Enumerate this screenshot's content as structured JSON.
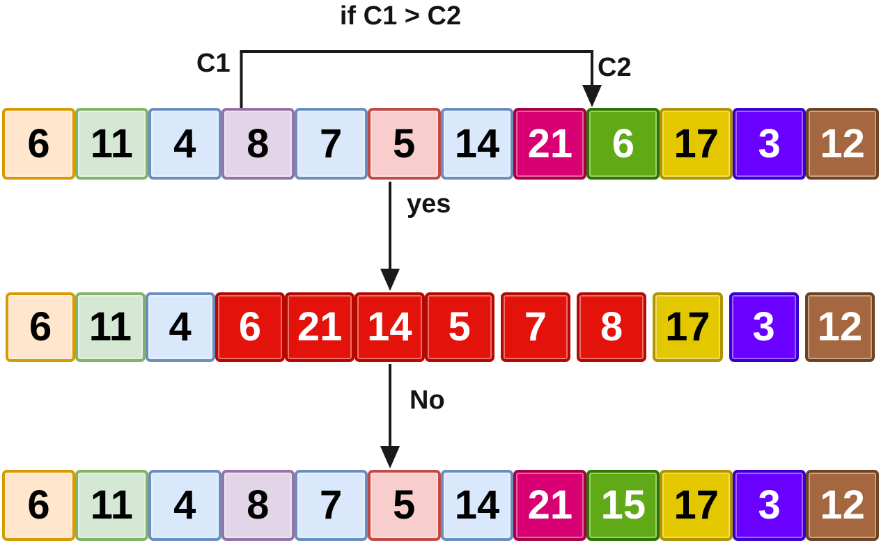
{
  "annotations": {
    "condition": "if C1 > C2",
    "c1": "C1",
    "c2": "C2",
    "yes": "yes",
    "no": "No"
  },
  "colors": {
    "arrow": "#1a1a1a",
    "label_text": "#141414",
    "pastel_orange_fill": "#FFE6CC",
    "pastel_orange_border": "#D79B00",
    "pastel_green_fill": "#D5E8D4",
    "pastel_green_border": "#82B366",
    "pastel_blue_fill": "#DAE8FC",
    "pastel_blue_border": "#6C8EBF",
    "pastel_purple_fill": "#E1D5E7",
    "pastel_purple_border": "#9673A6",
    "pastel_pink_fill": "#F8CECC",
    "pastel_pink_border": "#BE4B48",
    "magenta_fill": "#D80073",
    "magenta_border": "#A50040",
    "green_fill": "#60A917",
    "green_border": "#2D7600",
    "yellow_fill": "#E3C800",
    "yellow_border": "#B09500",
    "violet_fill": "#6A00FF",
    "violet_border": "#3700CC",
    "brown_fill": "#A5673F",
    "brown_border": "#6D4324",
    "red_fill": "#E3120B",
    "red_border": "#B30900"
  },
  "rows": [
    {
      "name": "initial-array",
      "cells": [
        {
          "value": "6",
          "fill": "#FFE6CC",
          "border": "#D79B00",
          "text": "#000000"
        },
        {
          "value": "11",
          "fill": "#D5E8D4",
          "border": "#82B366",
          "text": "#000000"
        },
        {
          "value": "4",
          "fill": "#DAE8FC",
          "border": "#6C8EBF",
          "text": "#000000"
        },
        {
          "value": "8",
          "fill": "#E1D5E7",
          "border": "#9673A6",
          "text": "#000000"
        },
        {
          "value": "7",
          "fill": "#DAE8FC",
          "border": "#6C8EBF",
          "text": "#000000"
        },
        {
          "value": "5",
          "fill": "#F8CECC",
          "border": "#BE4B48",
          "text": "#000000"
        },
        {
          "value": "14",
          "fill": "#DAE8FC",
          "border": "#6C8EBF",
          "text": "#000000"
        },
        {
          "value": "21",
          "fill": "#D80073",
          "border": "#A50040",
          "text": "#ffffff"
        },
        {
          "value": "6",
          "fill": "#60A917",
          "border": "#2D7600",
          "text": "#ffffff"
        },
        {
          "value": "17",
          "fill": "#E3C800",
          "border": "#B09500",
          "text": "#000000"
        },
        {
          "value": "3",
          "fill": "#6A00FF",
          "border": "#3700CC",
          "text": "#ffffff"
        },
        {
          "value": "12",
          "fill": "#A5673F",
          "border": "#6D4324",
          "text": "#ffffff"
        }
      ]
    },
    {
      "name": "array-after-swap",
      "cells": [
        {
          "value": "6",
          "fill": "#FFE6CC",
          "border": "#D79B00",
          "text": "#000000"
        },
        {
          "value": "11",
          "fill": "#D5E8D4",
          "border": "#82B366",
          "text": "#000000"
        },
        {
          "value": "4",
          "fill": "#DAE8FC",
          "border": "#6C8EBF",
          "text": "#000000"
        },
        {
          "value": "6",
          "fill": "#E3120B",
          "border": "#B30900",
          "text": "#ffffff"
        },
        {
          "value": "21",
          "fill": "#E3120B",
          "border": "#B30900",
          "text": "#ffffff"
        },
        {
          "value": "14",
          "fill": "#E3120B",
          "border": "#B30900",
          "text": "#ffffff"
        },
        {
          "value": "5",
          "fill": "#E3120B",
          "border": "#B30900",
          "text": "#ffffff"
        },
        {
          "value": "7",
          "fill": "#E3120B",
          "border": "#B30900",
          "text": "#ffffff",
          "separated": true
        },
        {
          "value": "8",
          "fill": "#E3120B",
          "border": "#B30900",
          "text": "#ffffff",
          "separated": true
        },
        {
          "value": "17",
          "fill": "#E3C800",
          "border": "#B09500",
          "text": "#000000",
          "separated": true
        },
        {
          "value": "3",
          "fill": "#6A00FF",
          "border": "#3700CC",
          "text": "#ffffff",
          "separated": true
        },
        {
          "value": "12",
          "fill": "#A5673F",
          "border": "#6D4324",
          "text": "#ffffff",
          "separated": true
        }
      ]
    },
    {
      "name": "final-array",
      "cells": [
        {
          "value": "6",
          "fill": "#FFE6CC",
          "border": "#D79B00",
          "text": "#000000"
        },
        {
          "value": "11",
          "fill": "#D5E8D4",
          "border": "#82B366",
          "text": "#000000"
        },
        {
          "value": "4",
          "fill": "#DAE8FC",
          "border": "#6C8EBF",
          "text": "#000000"
        },
        {
          "value": "8",
          "fill": "#E1D5E7",
          "border": "#9673A6",
          "text": "#000000"
        },
        {
          "value": "7",
          "fill": "#DAE8FC",
          "border": "#6C8EBF",
          "text": "#000000"
        },
        {
          "value": "5",
          "fill": "#F8CECC",
          "border": "#BE4B48",
          "text": "#000000"
        },
        {
          "value": "14",
          "fill": "#DAE8FC",
          "border": "#6C8EBF",
          "text": "#000000"
        },
        {
          "value": "21",
          "fill": "#D80073",
          "border": "#A50040",
          "text": "#ffffff"
        },
        {
          "value": "15",
          "fill": "#60A917",
          "border": "#2D7600",
          "text": "#ffffff"
        },
        {
          "value": "17",
          "fill": "#E3C800",
          "border": "#B09500",
          "text": "#000000"
        },
        {
          "value": "3",
          "fill": "#6A00FF",
          "border": "#3700CC",
          "text": "#ffffff"
        },
        {
          "value": "12",
          "fill": "#A5673F",
          "border": "#6D4324",
          "text": "#ffffff"
        }
      ]
    }
  ]
}
